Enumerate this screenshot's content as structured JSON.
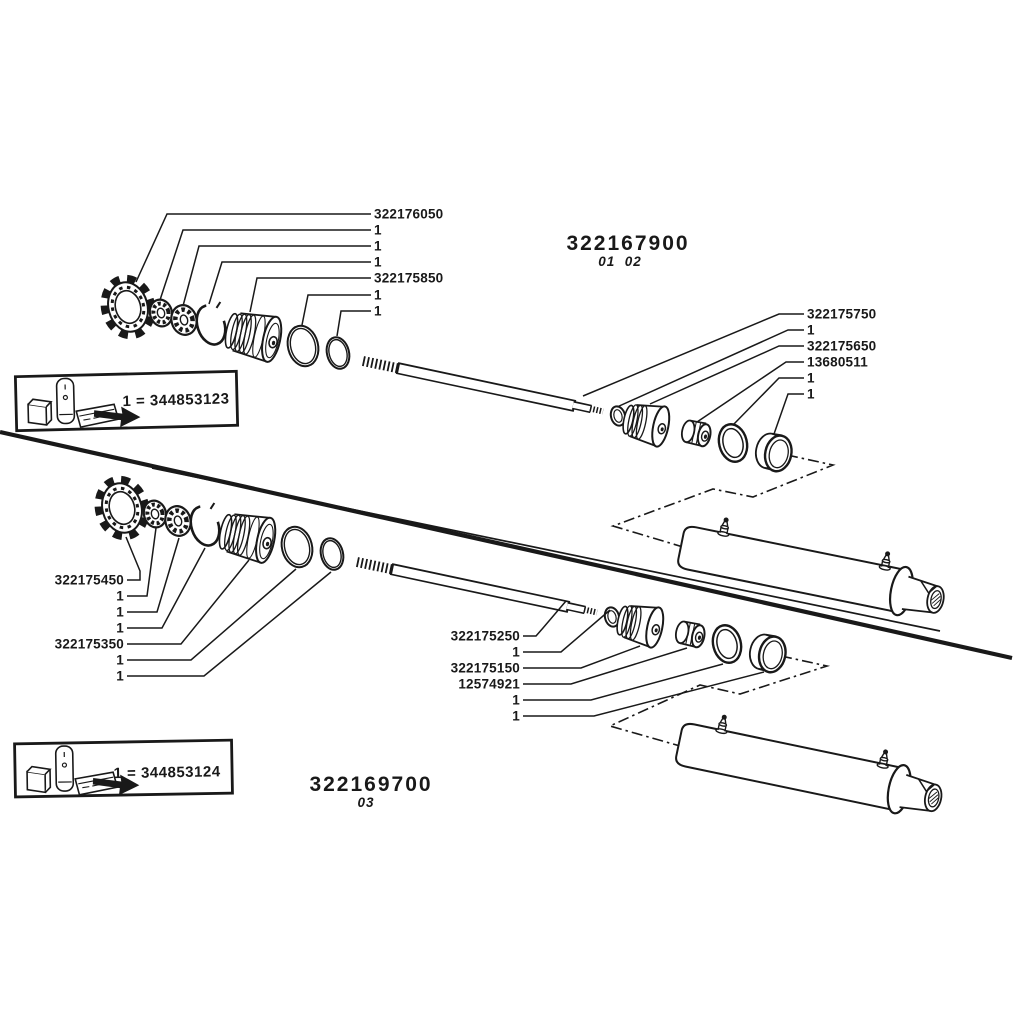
{
  "page": {
    "background": "#ffffff",
    "ink_color": "#191919"
  },
  "upper": {
    "title": "322167900",
    "subtitle": "01  02",
    "kit_note": "1 = 344853123",
    "left_labels": [
      "322176050",
      "1",
      "1",
      "1",
      "322175850",
      "1",
      "1"
    ],
    "right_labels": [
      "322175750",
      "1",
      "322175650",
      "13680511",
      "1",
      "1"
    ]
  },
  "lower": {
    "title": "322169700",
    "subtitle": "03",
    "kit_note": "1 = 344853124",
    "left_labels": [
      "322175450",
      "1",
      "1",
      "1",
      "322175350",
      "1",
      "1"
    ],
    "mid_labels": [
      "322175250",
      "1",
      "322175150",
      "12574921",
      "1",
      "1"
    ]
  }
}
